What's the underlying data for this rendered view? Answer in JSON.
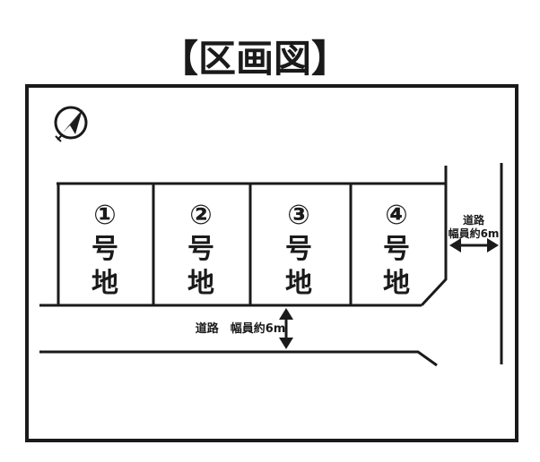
{
  "title": "【区画図】",
  "lots": [
    {
      "number": "①",
      "line1": "号",
      "line2": "地"
    },
    {
      "number": "②",
      "line1": "号",
      "line2": "地"
    },
    {
      "number": "③",
      "line1": "号",
      "line2": "地"
    },
    {
      "number": "④",
      "line1": "号",
      "line2": "地"
    }
  ],
  "roads": {
    "south": {
      "label": "道路　幅員約6m"
    },
    "east": {
      "line1": "道路",
      "line2": "幅員約6m"
    }
  },
  "colors": {
    "ink": "#1a1a1a",
    "background": "#ffffff"
  },
  "icons": {
    "north_arrow": "compass-north-arrow-icon"
  }
}
